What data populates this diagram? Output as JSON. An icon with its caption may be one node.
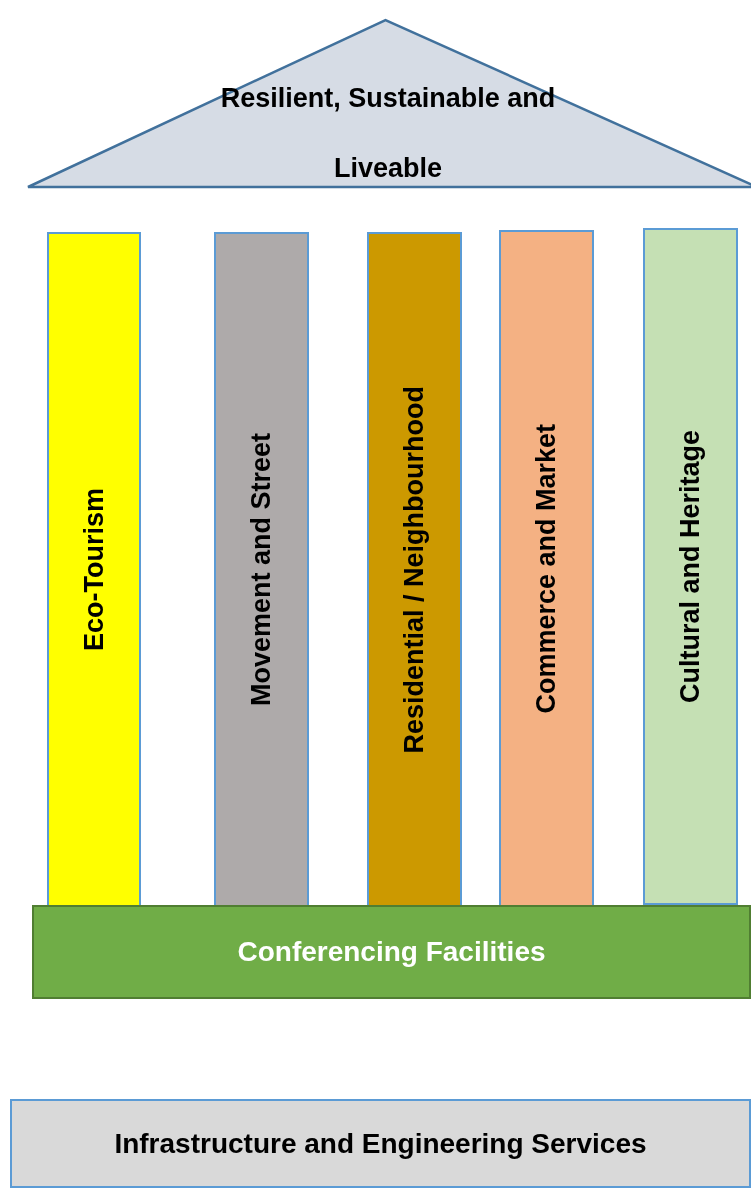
{
  "diagram": {
    "nodes": [
      {
        "text": [
          "Resilient, Sustainable and Liveable"
        ]
      },
      {
        "text": [
          "Eco-Tourism"
        ]
      },
      {
        "text": [
          "Movement and Street"
        ]
      },
      {
        "text": [
          "Residential / Neighbourhood"
        ]
      },
      {
        "text": [
          "Commerce and Market"
        ]
      },
      {
        "text": [
          "Cultural and Heritage"
        ]
      },
      {
        "text": [
          "Conferencing Facilities"
        ]
      },
      {
        "text": [
          "Infrastructure and Engineering Services"
        ]
      }
    ]
  }
}
